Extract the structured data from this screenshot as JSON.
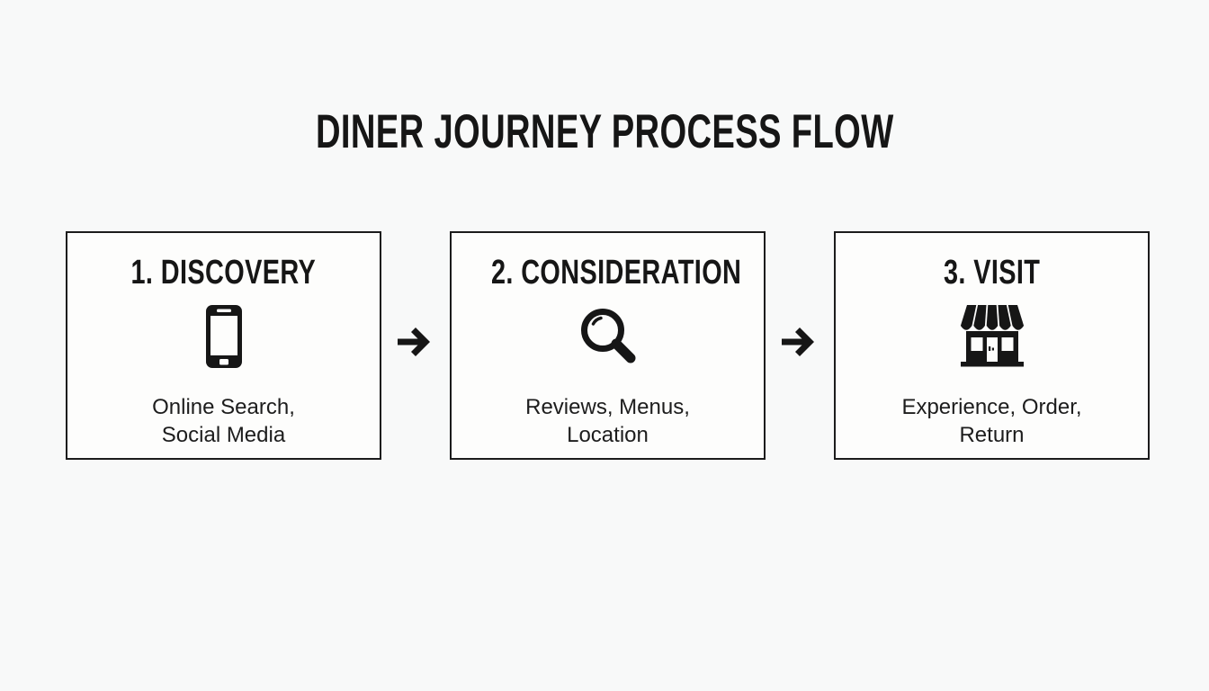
{
  "title": "DINER JOURNEY PROCESS FLOW",
  "colors": {
    "ink": "#161616",
    "page_background": "#f8f9f9",
    "box_background": "#fdfdfc",
    "box_border": "#1c1c1c"
  },
  "steps": [
    {
      "heading": "1. DISCOVERY",
      "icon": "smartphone-icon",
      "description": "Online Search,\nSocial Media"
    },
    {
      "heading": "2. CONSIDERATION",
      "icon": "magnifying-glass-icon",
      "description": "Reviews, Menus,\nLocation"
    },
    {
      "heading": "3. VISIT",
      "icon": "storefront-icon",
      "description": "Experience, Order,\nReturn"
    }
  ],
  "connector": "arrow-right"
}
